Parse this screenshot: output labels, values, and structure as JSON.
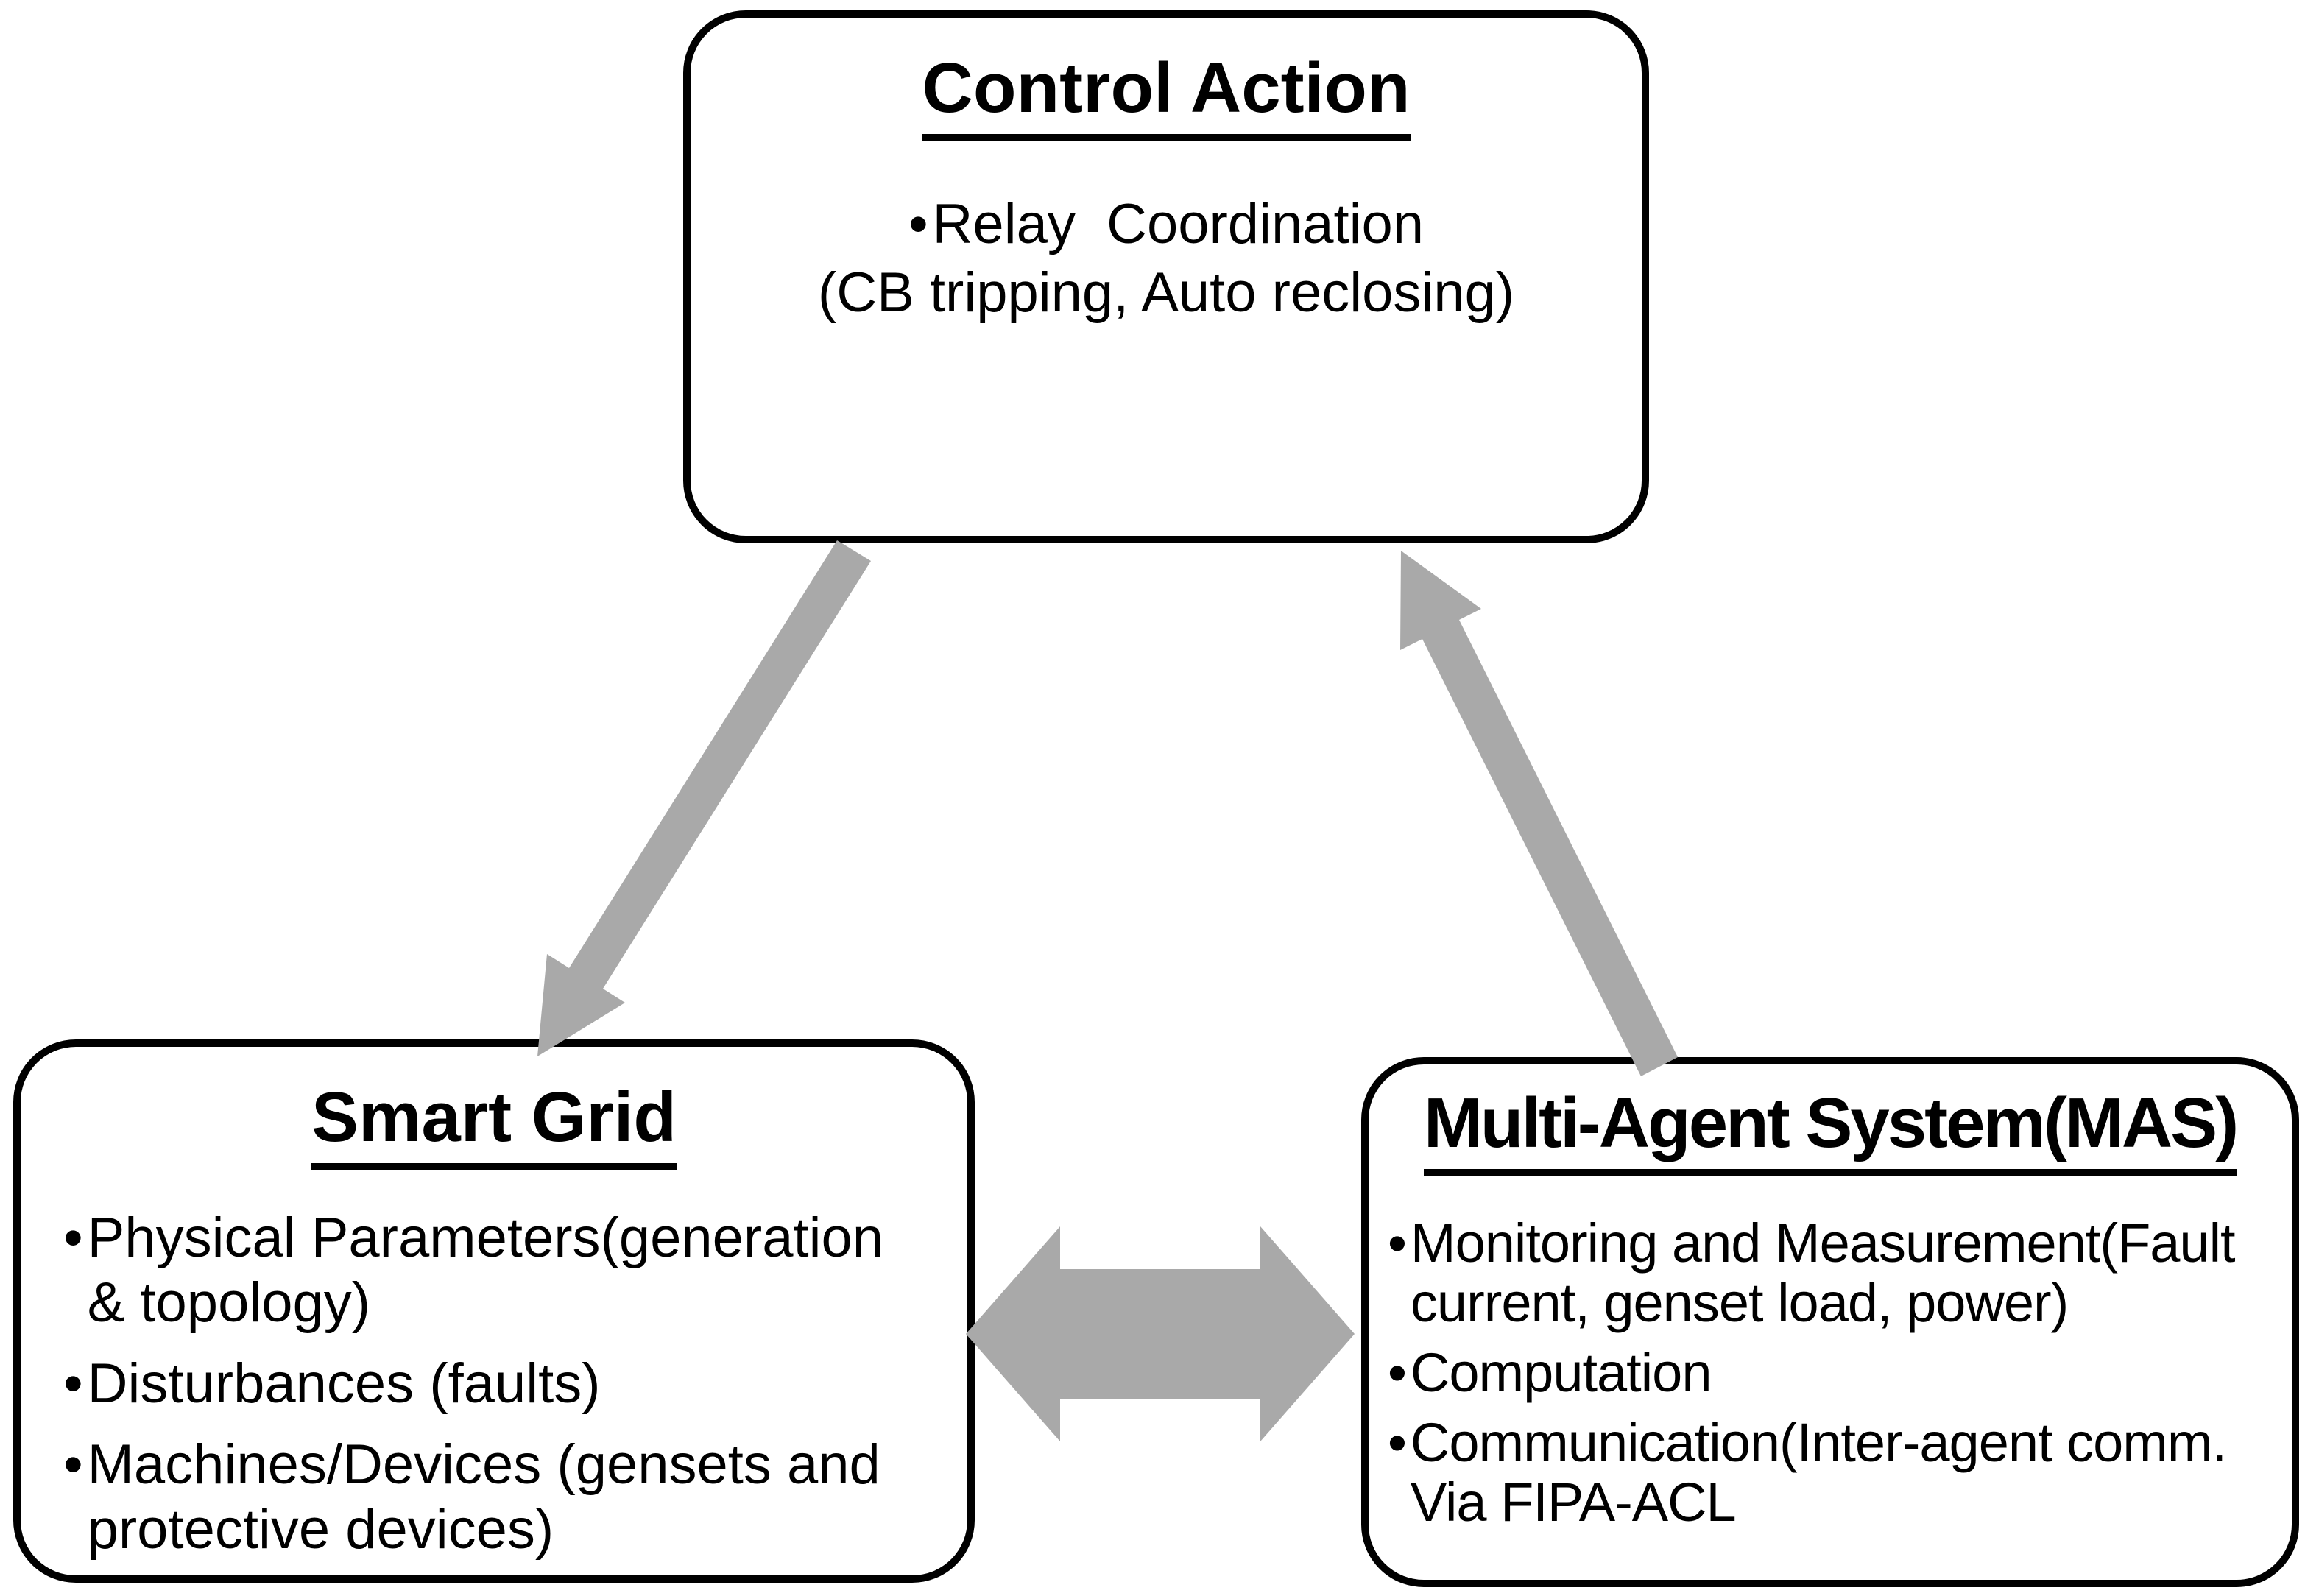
{
  "bullet_char": "•",
  "colors": {
    "background": "#ffffff",
    "box_fill": "#ffffff",
    "box_border": "#000000",
    "text": "#000000",
    "arrow": "#a9a9a9"
  },
  "boxes": {
    "control_action": {
      "title": "Control Action",
      "lines": [
        "Relay  Coordination",
        "(CB tripping, Auto reclosing)"
      ]
    },
    "smart_grid": {
      "title": "Smart Grid",
      "items": [
        {
          "lines": [
            "Physical Parameters(generation",
            "& topology)"
          ]
        },
        {
          "lines": [
            "Disturbances (faults)"
          ]
        },
        {
          "lines": [
            "Machines/Devices (gensets and",
            "protective devices)"
          ]
        }
      ]
    },
    "mas": {
      "title": "Multi-Agent System(MAS)",
      "items": [
        {
          "lines": [
            "Monitoring and Measurement(Fault",
            "current, genset load, power)"
          ]
        },
        {
          "lines": [
            "Computation"
          ]
        },
        {
          "lines": [
            "Communication(Inter-agent comm.",
            "Via FIPA-ACL"
          ]
        }
      ]
    }
  },
  "arrows": [
    {
      "name": "control-to-smartgrid",
      "type": "one-way",
      "from": "control_action",
      "to": "smart_grid"
    },
    {
      "name": "mas-to-control",
      "type": "one-way",
      "from": "mas",
      "to": "control_action"
    },
    {
      "name": "smartgrid-mas",
      "type": "two-way",
      "from": "smart_grid",
      "to": "mas"
    }
  ]
}
